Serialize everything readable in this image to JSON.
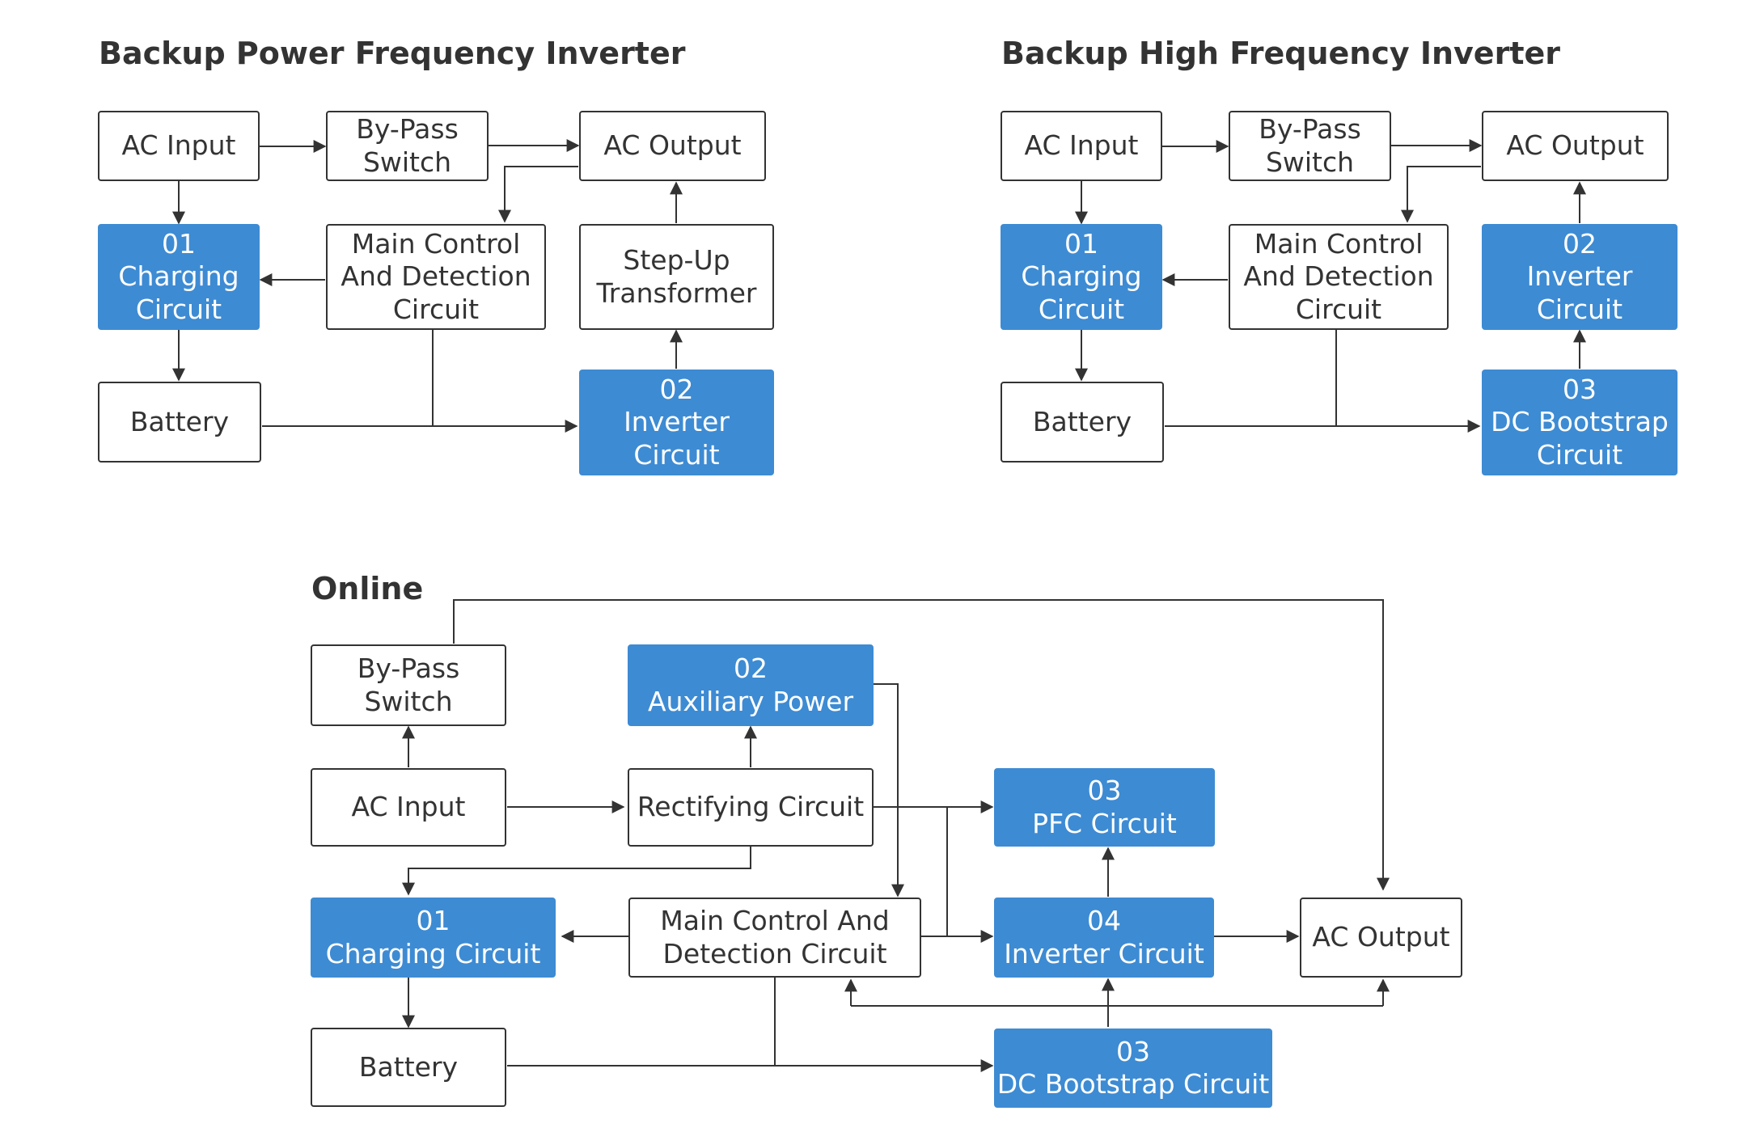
{
  "colors": {
    "highlight": "#3d8bd3",
    "line": "#333333",
    "text": "#333333"
  },
  "power_frequency": {
    "title": "Backup Power Frequency Inverter",
    "ac_input": {
      "line1": "AC Input"
    },
    "bypass_switch": {
      "line1": "By-Pass",
      "line2": "Switch"
    },
    "ac_output": {
      "line1": "AC Output"
    },
    "charging_circuit": {
      "line1": "01",
      "line2": "Charging",
      "line3": "Circuit"
    },
    "main_control": {
      "line1": "Main Control",
      "line2": "And Detection",
      "line3": "Circuit"
    },
    "step_up_transformer": {
      "line1": "Step-Up",
      "line2": "Transformer"
    },
    "battery": {
      "line1": "Battery"
    },
    "inverter_circuit": {
      "line1": "02",
      "line2": "Inverter",
      "line3": "Circuit"
    }
  },
  "high_frequency": {
    "title": "Backup High Frequency Inverter",
    "ac_input": {
      "line1": "AC Input"
    },
    "bypass_switch": {
      "line1": "By-Pass",
      "line2": "Switch"
    },
    "ac_output": {
      "line1": "AC Output"
    },
    "charging_circuit": {
      "line1": "01",
      "line2": "Charging",
      "line3": "Circuit"
    },
    "main_control": {
      "line1": "Main Control",
      "line2": "And Detection",
      "line3": "Circuit"
    },
    "inverter_circuit": {
      "line1": "02",
      "line2": "Inverter",
      "line3": "Circuit"
    },
    "battery": {
      "line1": "Battery"
    },
    "dc_bootstrap": {
      "line1": "03",
      "line2": "DC Bootstrap",
      "line3": "Circuit"
    }
  },
  "online": {
    "title": "Online",
    "bypass_switch": {
      "line1": "By-Pass",
      "line2": "Switch"
    },
    "auxiliary_power": {
      "line1": "02",
      "line2": "Auxiliary Power"
    },
    "ac_input": {
      "line1": "AC Input"
    },
    "rectifying_circuit": {
      "line1": "Rectifying Circuit"
    },
    "pfc_circuit": {
      "line1": "03",
      "line2": "PFC Circuit"
    },
    "charging_circuit": {
      "line1": "01",
      "line2": "Charging Circuit"
    },
    "main_control": {
      "line1": "Main Control And",
      "line2": "Detection Circuit"
    },
    "inverter_circuit": {
      "line1": "04",
      "line2": "Inverter Circuit"
    },
    "ac_output": {
      "line1": "AC Output"
    },
    "battery": {
      "line1": "Battery"
    },
    "dc_bootstrap": {
      "line1": "03",
      "line2": "DC Bootstrap Circuit"
    }
  }
}
